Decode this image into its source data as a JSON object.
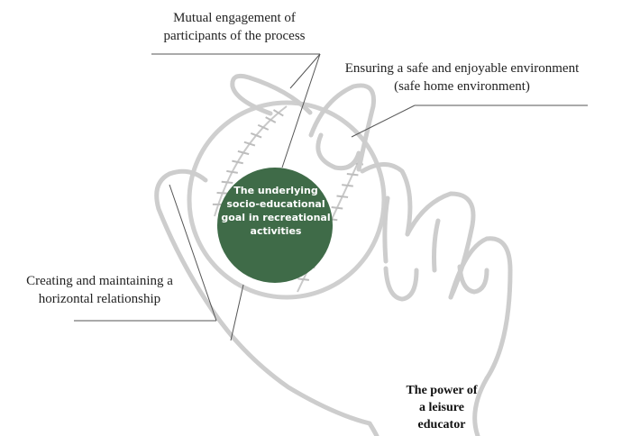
{
  "labels": {
    "mutual_engagement": [
      "Mutual engagement of",
      "participants of the process"
    ],
    "safe_environment": [
      "Ensuring a safe and enjoyable environment",
      "(safe home environment)"
    ],
    "horizontal_relationship": [
      "Creating and maintaining a",
      "horizontal relationship"
    ],
    "power": [
      "The power of",
      "a leisure",
      "educator"
    ]
  },
  "center": {
    "text": [
      "The underlying",
      "socio-educational",
      "goal in recreational",
      "activities"
    ]
  },
  "colors": {
    "circle_fill": "#3f6b48",
    "hand_stroke": "#c8c8c8",
    "stitch": "#bdbdbd",
    "leader_line": "#555555",
    "text": "#222222"
  },
  "icons": {
    "hand": "hand-holding-ball-icon",
    "ball": "baseball-icon"
  }
}
